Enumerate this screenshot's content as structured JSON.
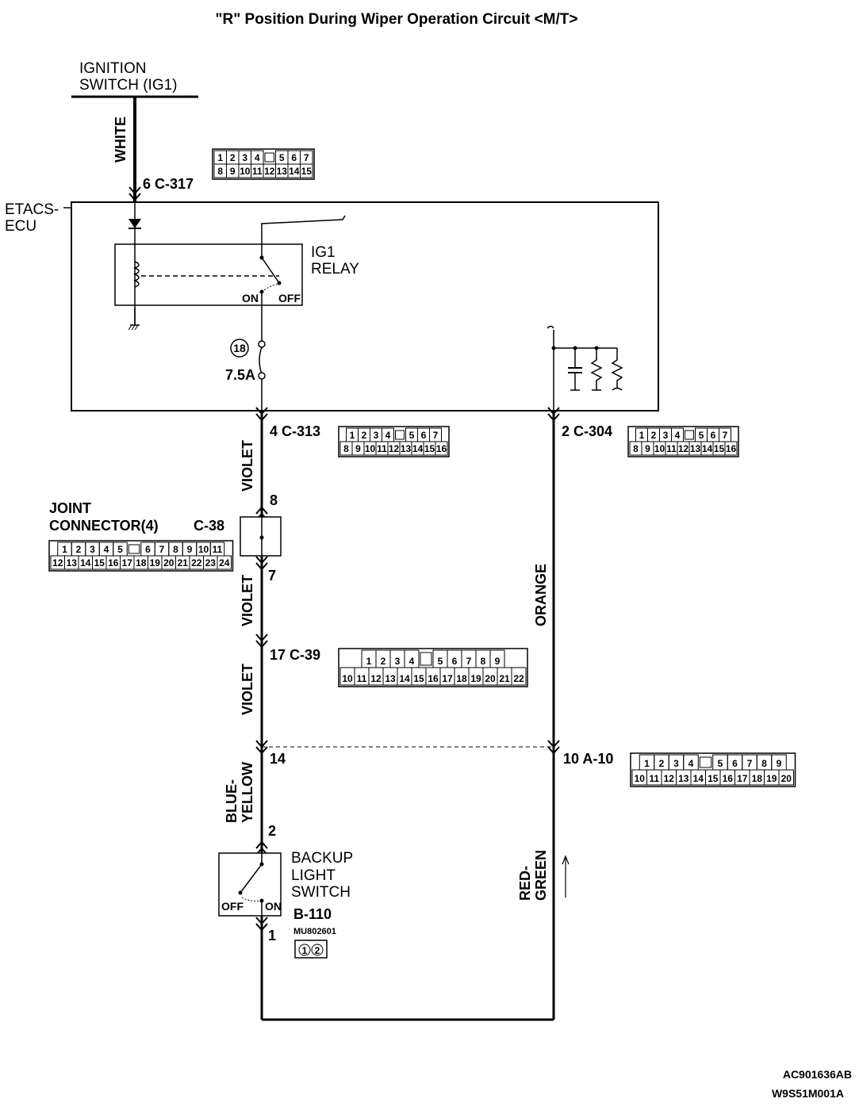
{
  "title": "\"R\" Position During Wiper Operation Circuit <M/T>",
  "ignition": {
    "line1": "IGNITION",
    "line2": "SWITCH (IG1)"
  },
  "etacs": {
    "line1": "ETACS-",
    "line2": "ECU"
  },
  "relay": {
    "line1": "IG1",
    "line2": "RELAY",
    "on": "ON",
    "off": "OFF"
  },
  "fuse": {
    "number": "18",
    "rating": "7.5A"
  },
  "wires": {
    "white": "WHITE",
    "violet": "VIOLET",
    "orange": "ORANGE",
    "blue_yellow_1": "BLUE-",
    "blue_yellow_2": "YELLOW",
    "red_green_1": "RED-",
    "red_green_2": "GREEN"
  },
  "pins": {
    "c317": "6  C-317",
    "c313": "4  C-313",
    "c304": "2  C-304",
    "c38_top": "8",
    "c38_bottom": "7",
    "c39": "17  C-39",
    "p14": "14",
    "a10": "10  A-10",
    "b110_top": "2",
    "b110_bottom": "1"
  },
  "joint": {
    "line1": "JOINT",
    "line2": "CONNECTOR(4)",
    "code": "C-38"
  },
  "backup": {
    "line1": "BACKUP",
    "line2": "LIGHT",
    "line3": "SWITCH",
    "off": "OFF",
    "on": "ON",
    "code": "B-110",
    "part": "MU802601"
  },
  "connectors": {
    "c317": {
      "top": [
        "1",
        "2",
        "3",
        "4",
        "",
        "5",
        "6",
        "7"
      ],
      "bottom": [
        "8",
        "9",
        "10",
        "11",
        "12",
        "13",
        "14",
        "15"
      ]
    },
    "c313": {
      "top": [
        "1",
        "2",
        "3",
        "4",
        "",
        "5",
        "6",
        "7"
      ],
      "bottom": [
        "8",
        "9",
        "10",
        "11",
        "12",
        "13",
        "14",
        "15",
        "16"
      ]
    },
    "c304": {
      "top": [
        "1",
        "2",
        "3",
        "4",
        "",
        "5",
        "6",
        "7"
      ],
      "bottom": [
        "8",
        "9",
        "10",
        "11",
        "12",
        "13",
        "14",
        "15",
        "16"
      ]
    },
    "c38": {
      "top": [
        "1",
        "2",
        "3",
        "4",
        "5",
        "",
        "6",
        "7",
        "8",
        "9",
        "10",
        "11"
      ],
      "bottom": [
        "12",
        "13",
        "14",
        "15",
        "16",
        "17",
        "18",
        "19",
        "20",
        "21",
        "22",
        "23",
        "24"
      ]
    },
    "c39": {
      "top": [
        "1",
        "2",
        "3",
        "4",
        "",
        "5",
        "6",
        "7",
        "8",
        "9"
      ],
      "bottom": [
        "10",
        "11",
        "12",
        "13",
        "14",
        "15",
        "16",
        "17",
        "18",
        "19",
        "20",
        "21",
        "22"
      ]
    },
    "a10": {
      "top": [
        "1",
        "2",
        "3",
        "4",
        "",
        "5",
        "6",
        "7",
        "8",
        "9"
      ],
      "bottom": [
        "10",
        "11",
        "12",
        "13",
        "14",
        "15",
        "16",
        "17",
        "18",
        "19",
        "20"
      ]
    },
    "b110": [
      "1",
      "2"
    ]
  },
  "footer": {
    "code1": "AC901636AB",
    "code2": "W9S51M001A"
  }
}
